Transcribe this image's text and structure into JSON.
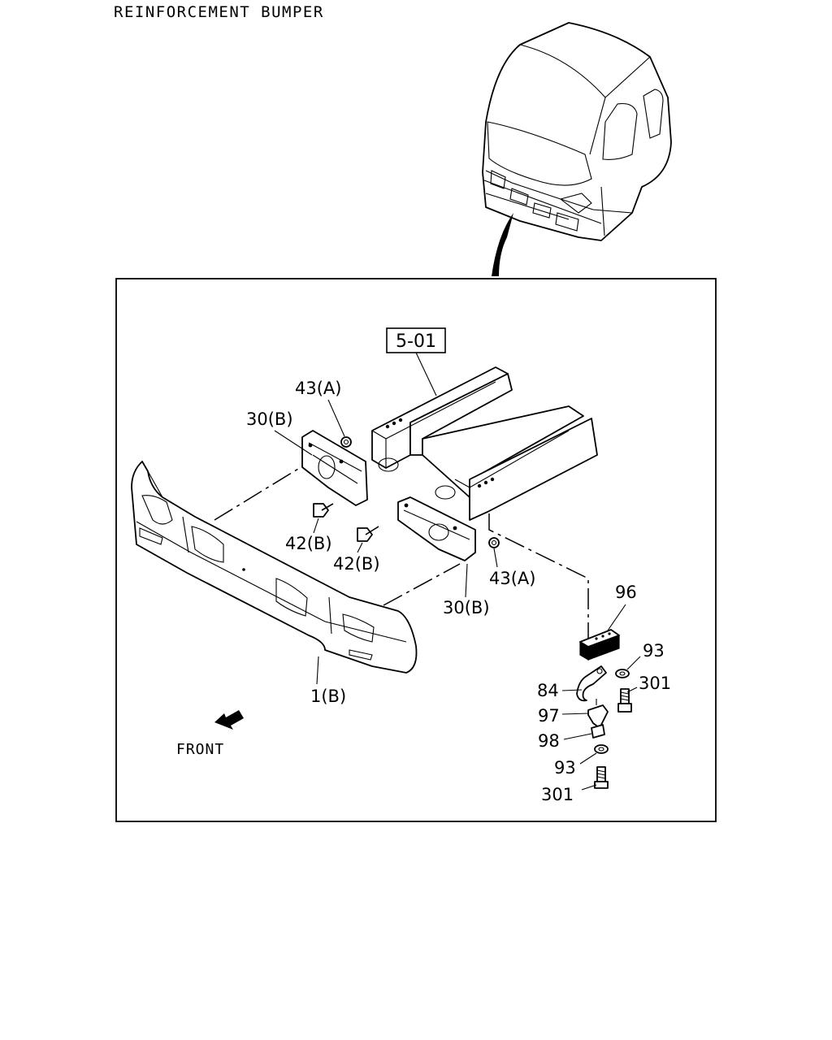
{
  "title": "REINFORCEMENT BUMPER",
  "reference_box": "5-01",
  "front_label": "FRONT",
  "callouts": {
    "nut_a_top": "43(A)",
    "bracket_b_top": "30(B)",
    "bolt_b_left": "42(B)",
    "bolt_b_right": "42(B)",
    "nut_a_bottom": "43(A)",
    "bracket_b_bottom": "30(B)",
    "bumper": "1(B)",
    "pad": "96",
    "washer_top": "93",
    "bolt_top": "301",
    "hook": "84",
    "bracket_97": "97",
    "plate_98": "98",
    "washer_bottom": "93",
    "bolt_bottom": "301"
  }
}
